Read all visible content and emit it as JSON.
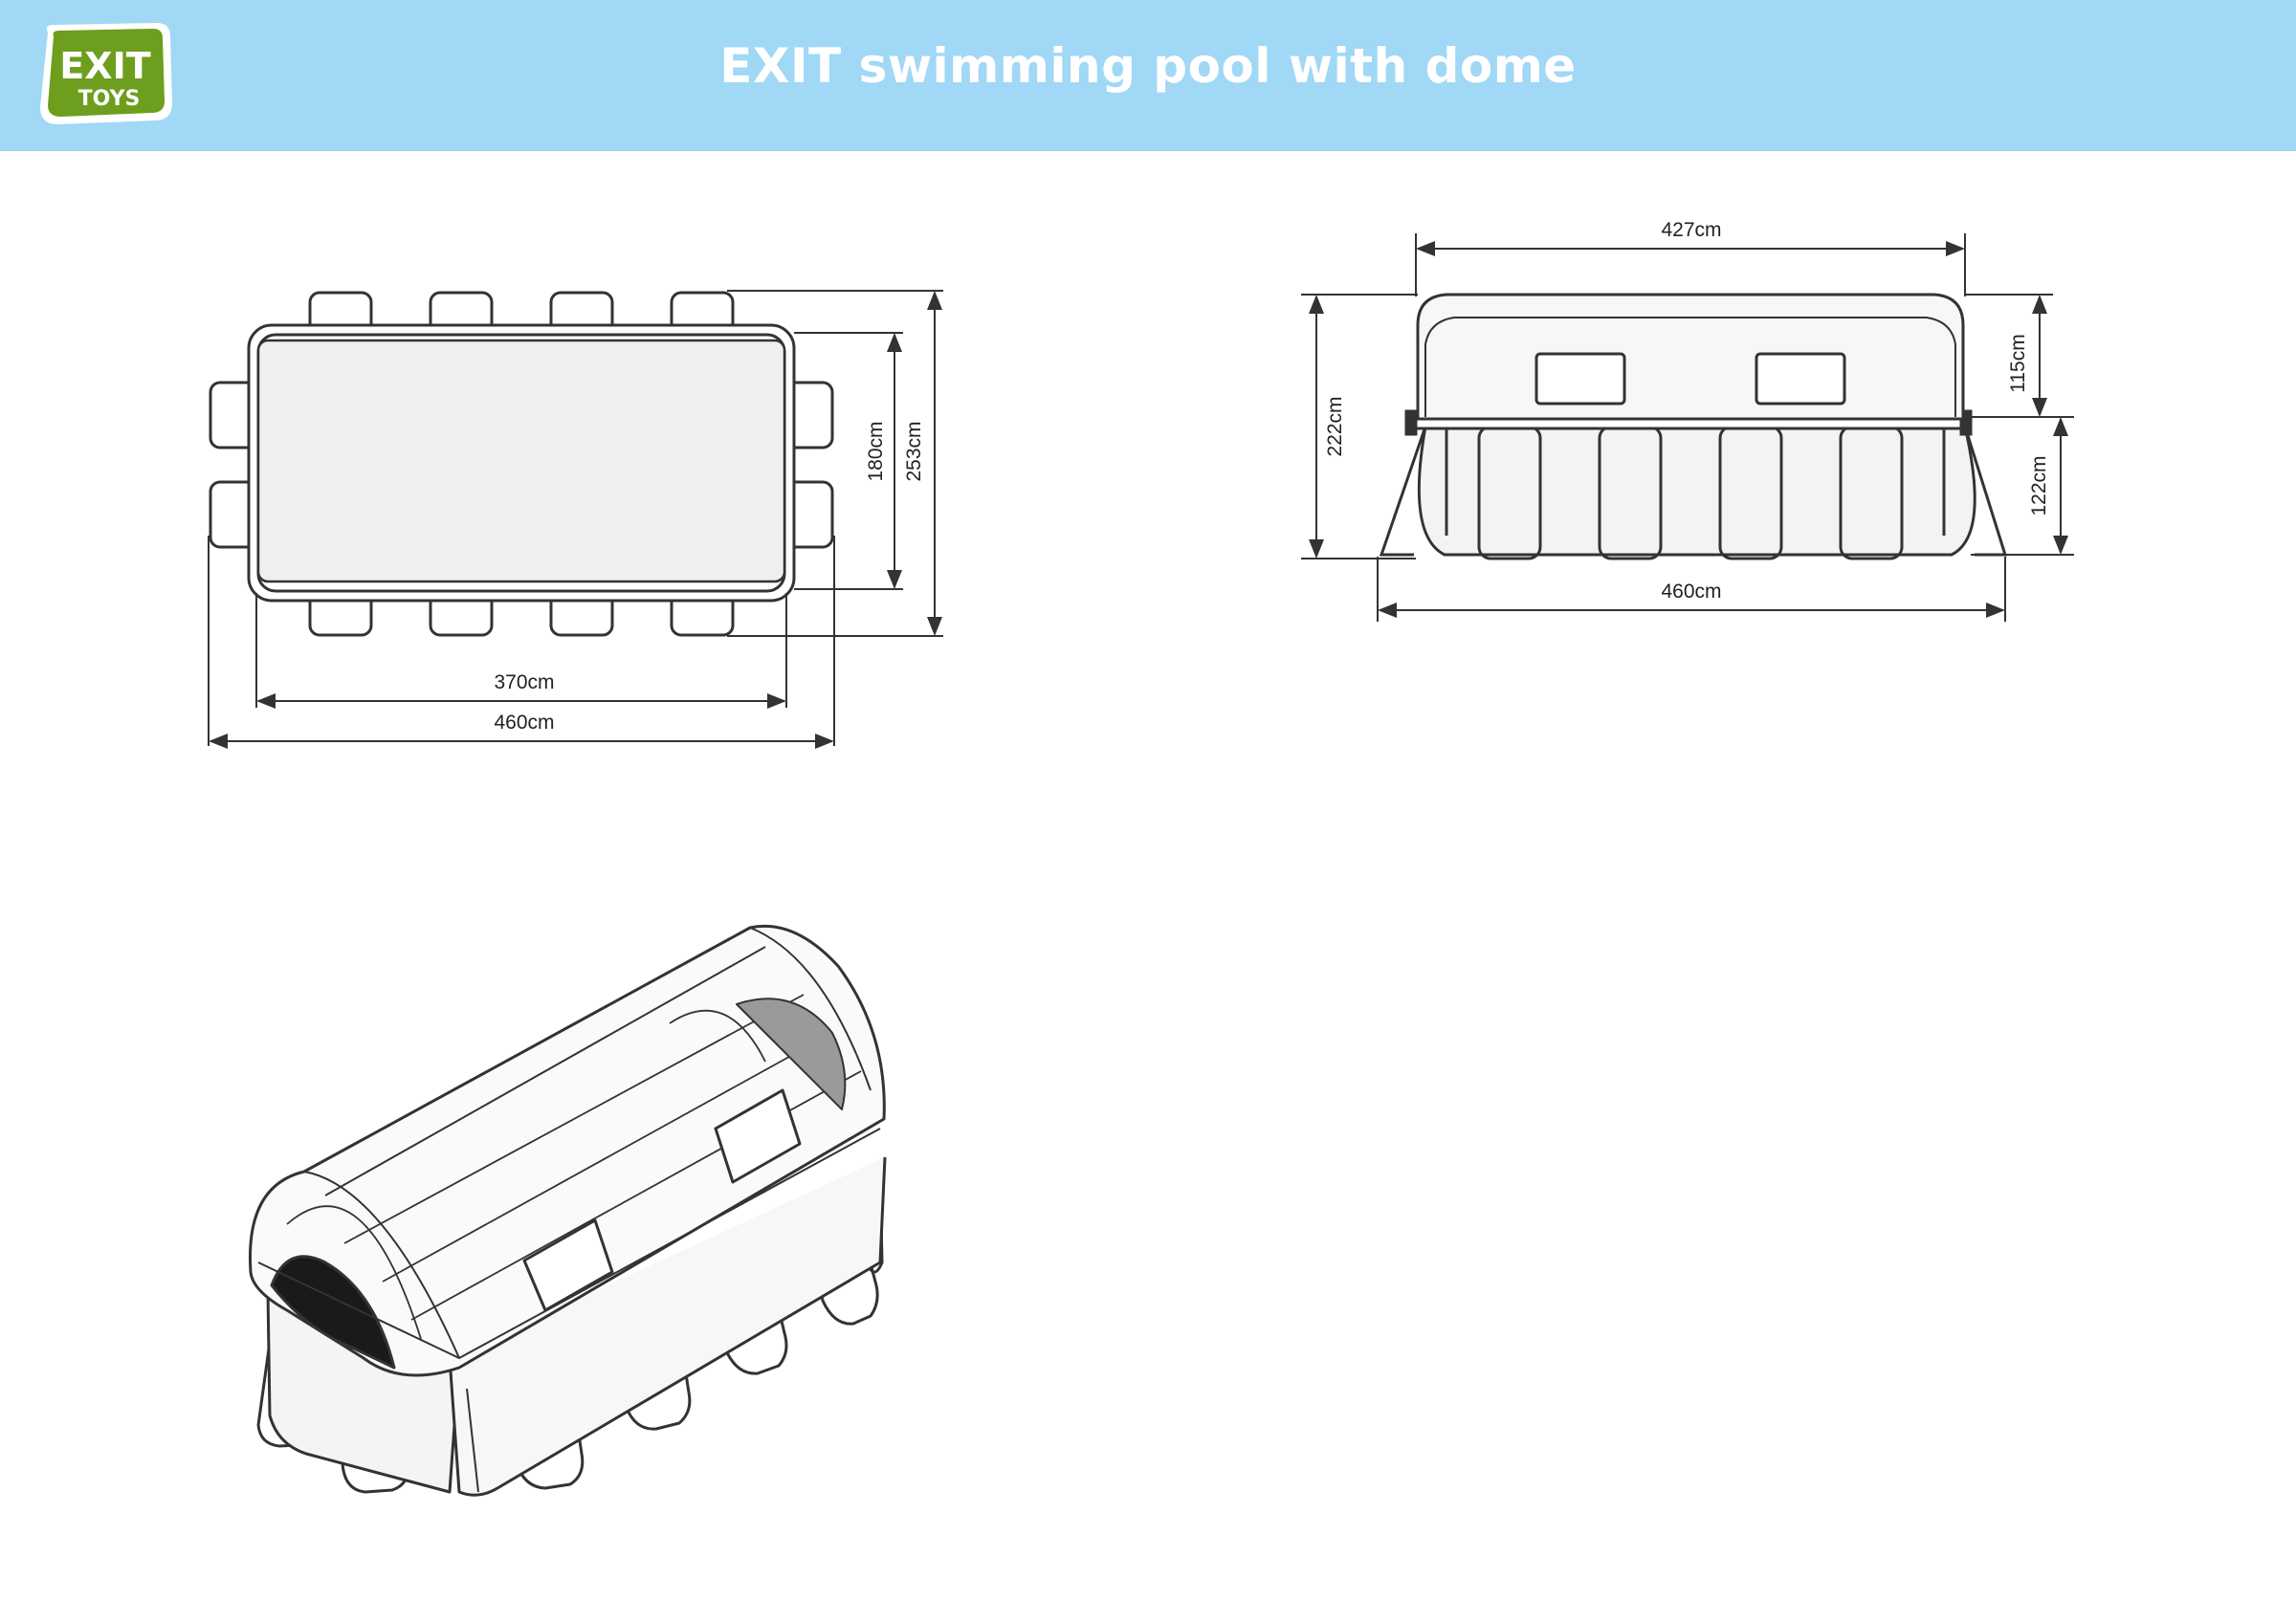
{
  "header": {
    "title": "EXIT swimming pool with dome",
    "background_color": "#a0d8f5"
  },
  "logo": {
    "line1": "EXIT",
    "line2": "TOYS",
    "color": "#6e9e1e"
  },
  "top_view": {
    "dim_inner_width": "370cm",
    "dim_outer_width": "460cm",
    "dim_inner_depth": "180cm",
    "dim_outer_depth": "253cm"
  },
  "side_view": {
    "dim_dome_width": "427cm",
    "dim_base_width": "460cm",
    "dim_total_height": "222cm",
    "dim_dome_height": "115cm",
    "dim_pool_height": "122cm"
  }
}
